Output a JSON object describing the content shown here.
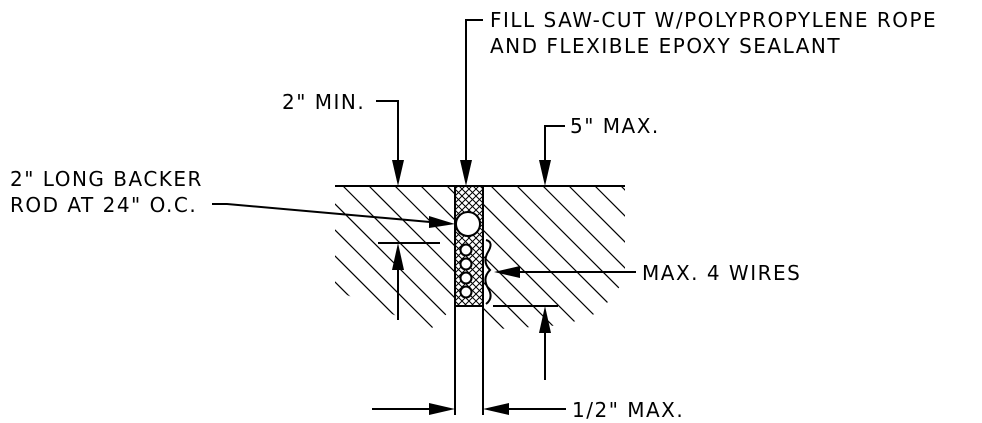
{
  "labels": {
    "fill_line1": "FILL SAW-CUT W/POLYPROPYLENE ROPE",
    "fill_line2": "AND FLEXIBLE EPOXY SEALANT",
    "min_depth": "2\" MIN.",
    "max_depth": "5\" MAX.",
    "backer_line1": "2\" LONG BACKER",
    "backer_line2": "ROD AT 24\" O.C.",
    "max_wires": "MAX. 4 WIRES",
    "max_width": "1/2\" MAX."
  },
  "colors": {
    "line": "#000000",
    "background": "#ffffff"
  }
}
